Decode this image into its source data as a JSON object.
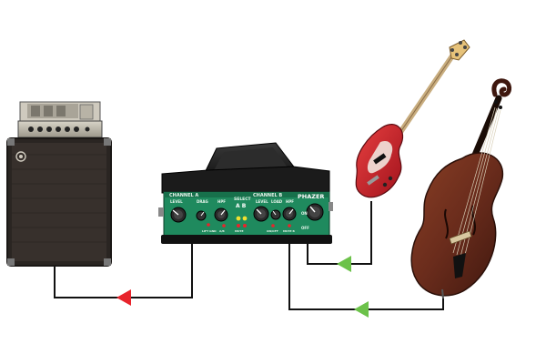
{
  "pedal": {
    "channel_a_label": "CHANNEL A",
    "channel_b_label": "CHANNEL B",
    "brand": "PHAZER",
    "select_label": "SELECT",
    "select_ab": "A B",
    "level_label": "LEVEL",
    "drag_label": "DRAG",
    "hpf_label": "HPF",
    "load_label": "LOAD",
    "on_label": "ON",
    "off_label": "OFF",
    "led_labels": {
      "lift_gnd": "LIFT GND",
      "ab": "A/B",
      "mute": "MUTE",
      "on_off": "ON/OFF",
      "mute_b": "MUTE B"
    }
  },
  "colors": {
    "cable": "#111111",
    "arrow_out": "#e8242c",
    "arrow_in": "#6cc24a",
    "pedal_green": "#1f8a5e",
    "pedal_body": "#1b1b1b",
    "amp_cabinet": "#2a2522",
    "bass_body": "#c8202c",
    "upright_body": "#6a2c1c"
  },
  "icons": {
    "amp": "bass-amp-icon",
    "pedal": "di-box-icon",
    "electric_bass": "electric-bass-icon",
    "upright_bass": "upright-bass-icon"
  }
}
